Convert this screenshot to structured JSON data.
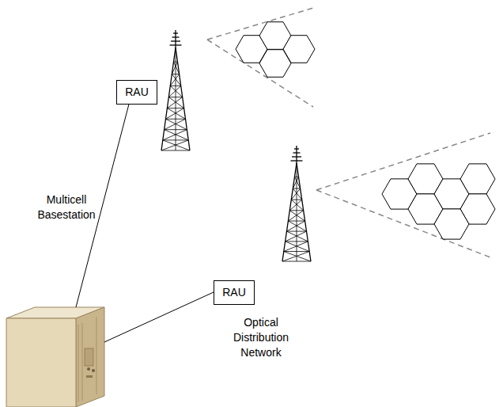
{
  "diagram": {
    "nodes": [
      {
        "text": [
          "RAU"
        ]
      },
      {
        "text": [
          "RAU"
        ]
      }
    ],
    "labels": [
      "Multicell Basestation",
      "Optical Distribution Network"
    ]
  }
}
